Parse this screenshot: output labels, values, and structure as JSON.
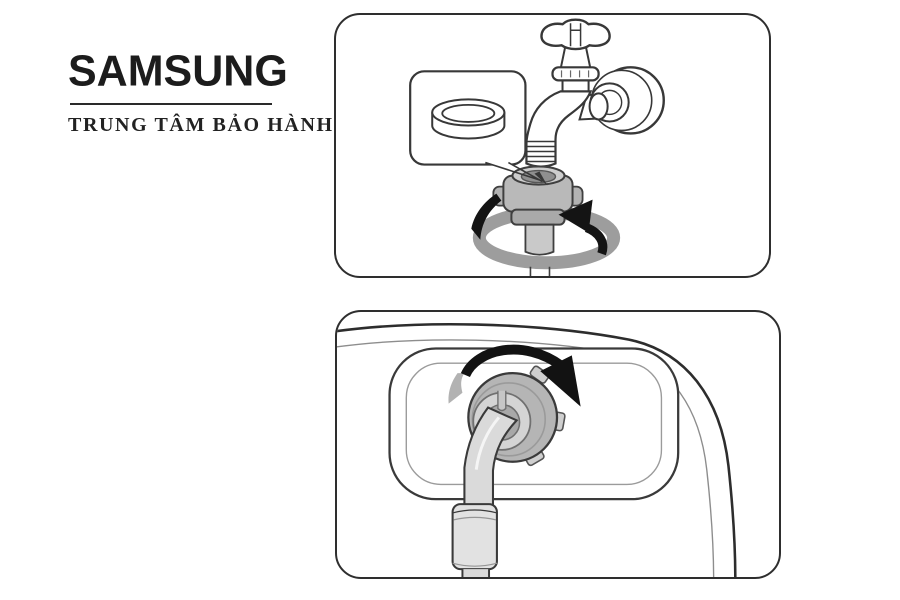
{
  "brand": {
    "wordmark": "SAMSUNG",
    "subtitle": "TRUNG TÂM BẢO HÀNH"
  },
  "palette": {
    "background": "#ffffff",
    "ink": "#1c1c1c",
    "outline": "#383838",
    "panel_border": "#2e2e2e",
    "nut_gray": "#b7b7b7",
    "nut_face_gray": "#d4d4d4",
    "hose_gray": "#d9d9d9",
    "rotation_band_gray": "#9d9d9d",
    "arrow_black": "#141414",
    "faded_arrow_gray": "#b2b2b2"
  },
  "figures": [
    {
      "name": "tap-hose-connector-illustration"
    },
    {
      "name": "washer-inlet-hose-illustration"
    }
  ]
}
